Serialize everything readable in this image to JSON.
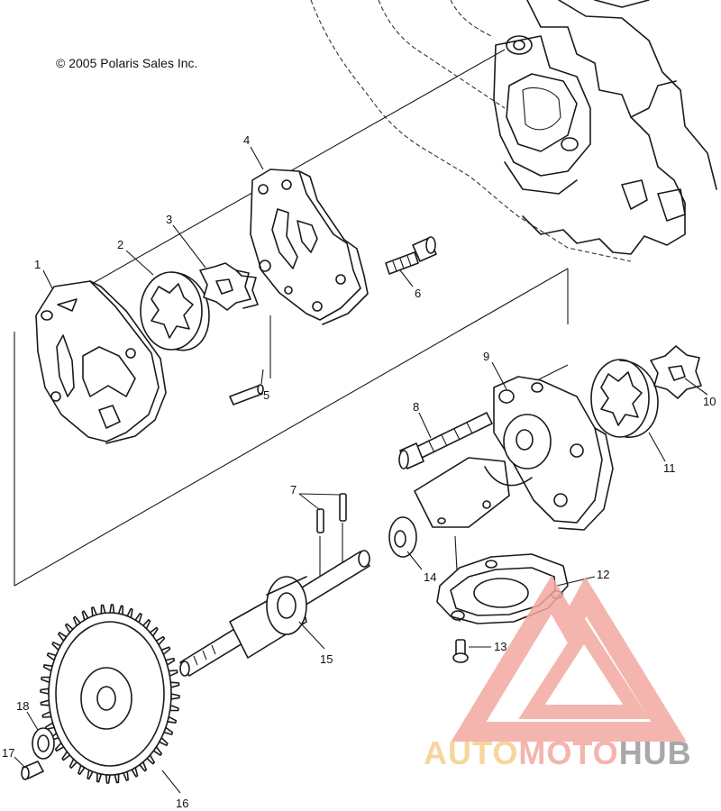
{
  "copyright": "© 2005 Polaris Sales Inc.",
  "callouts": [
    {
      "id": "1",
      "label": "1"
    },
    {
      "id": "2",
      "label": "2"
    },
    {
      "id": "3",
      "label": "3"
    },
    {
      "id": "4",
      "label": "4"
    },
    {
      "id": "5",
      "label": "5"
    },
    {
      "id": "6",
      "label": "6"
    },
    {
      "id": "7",
      "label": "7"
    },
    {
      "id": "8",
      "label": "8"
    },
    {
      "id": "9",
      "label": "9"
    },
    {
      "id": "10",
      "label": "10"
    },
    {
      "id": "11",
      "label": "11"
    },
    {
      "id": "12",
      "label": "12"
    },
    {
      "id": "13",
      "label": "13"
    },
    {
      "id": "14",
      "label": "14"
    },
    {
      "id": "15",
      "label": "15"
    },
    {
      "id": "16",
      "label": "16"
    },
    {
      "id": "17",
      "label": "17"
    },
    {
      "id": "18",
      "label": "18"
    }
  ],
  "watermark": {
    "part1": "AUTO",
    "part2": "MOTO",
    "part3": "HUB",
    "color_primary": "#f1a9a0",
    "color_accent": "#f5cf8e",
    "color_dark": "#9a9a9a"
  }
}
